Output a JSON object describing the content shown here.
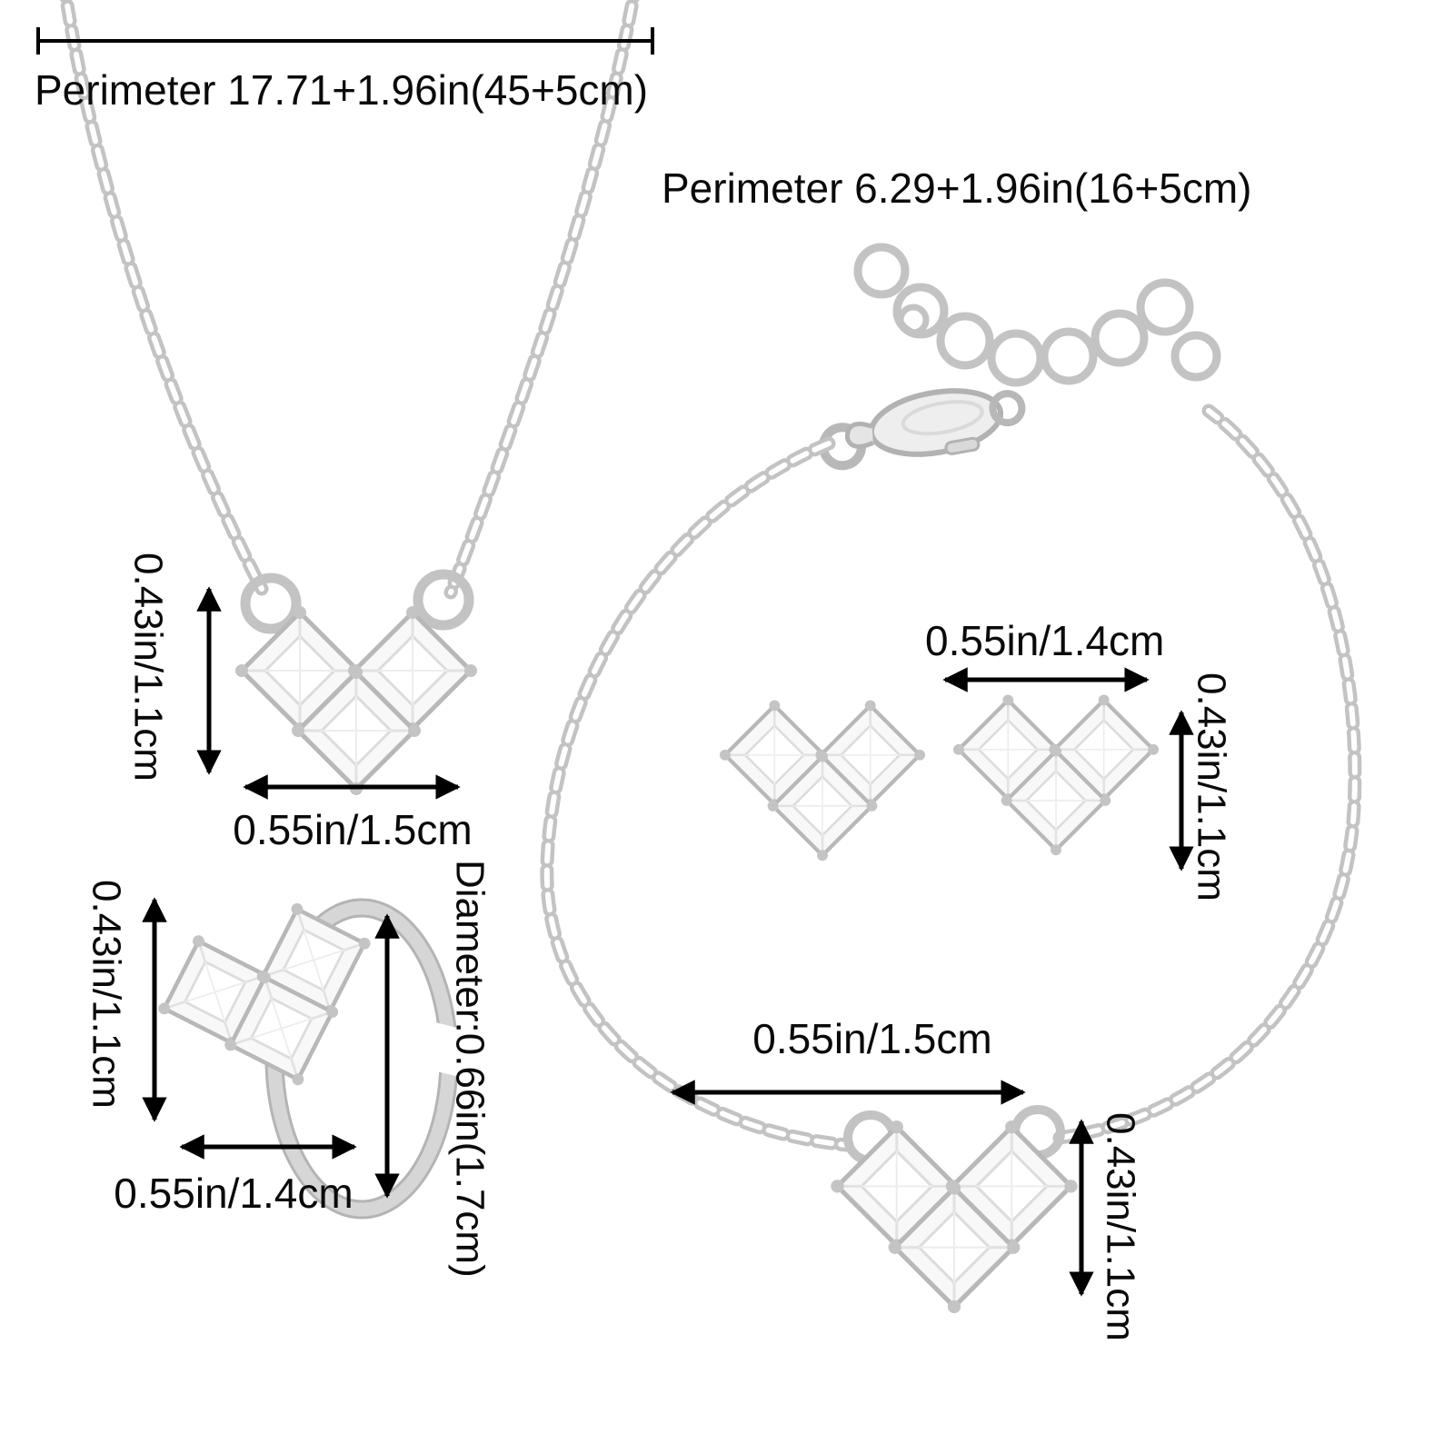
{
  "colors": {
    "background": "#ffffff",
    "metal": "#c3c3c3",
    "metal_dark": "#b2b2b2",
    "annotation": "#000000"
  },
  "necklace": {
    "perimeter_label": "Perimeter 17.71+1.96in(45+5cm)",
    "pendant": {
      "height_label": "0.43in/1.1cm",
      "width_label": "0.55in/1.5cm"
    }
  },
  "bracelet": {
    "perimeter_label": "Perimeter 6.29+1.96in(16+5cm)",
    "pendant": {
      "width_label": "0.55in/1.5cm",
      "height_label": "0.43in/1.1cm"
    }
  },
  "earrings": {
    "width_label": "0.55in/1.4cm",
    "height_label": "0.43in/1.1cm"
  },
  "ring": {
    "height_label": "0.43in/1.1cm",
    "width_label": "0.55in/1.4cm",
    "diameter_label": "Diameter:0.66in(1.7cm)"
  }
}
